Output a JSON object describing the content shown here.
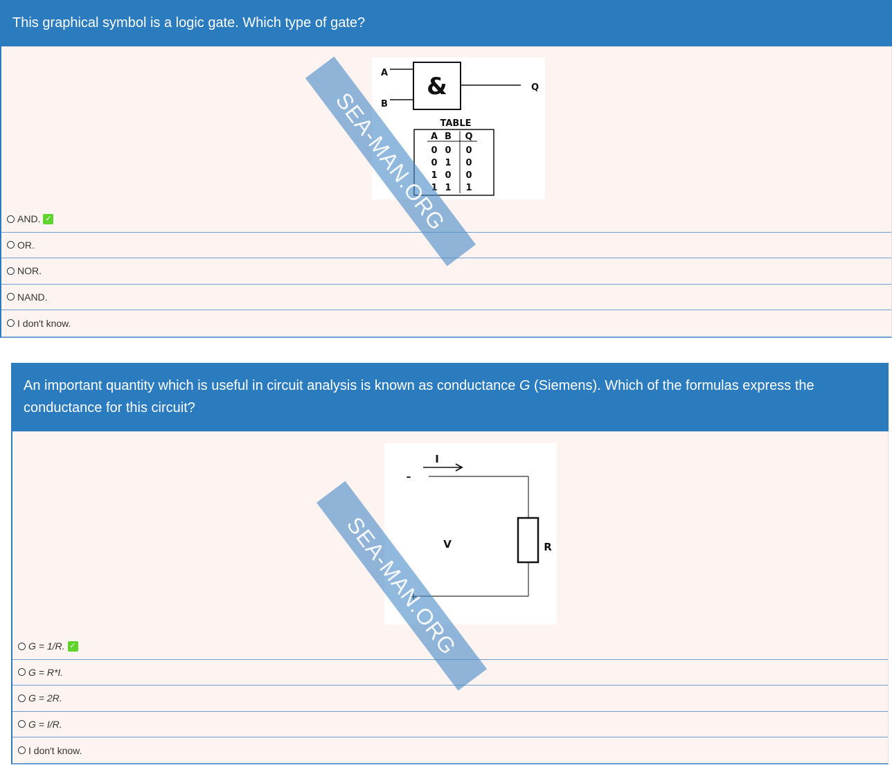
{
  "q1": {
    "question": "This graphical symbol is a logic gate. Which type of gate?",
    "figure": {
      "input_a": "A",
      "input_b": "B",
      "output": "Q",
      "symbol": "&",
      "table_title": "TABLE",
      "table_headers": [
        "A",
        "B",
        "Q"
      ],
      "table_rows": [
        [
          "0",
          "0",
          "0"
        ],
        [
          "0",
          "1",
          "0"
        ],
        [
          "1",
          "0",
          "0"
        ],
        [
          "1",
          "1",
          "1"
        ]
      ]
    },
    "answers": [
      {
        "label": "AND.",
        "correct": true
      },
      {
        "label": "OR.",
        "correct": false
      },
      {
        "label": "NOR.",
        "correct": false
      },
      {
        "label": "NAND.",
        "correct": false
      },
      {
        "label": "I don't know.",
        "correct": false
      }
    ]
  },
  "q2": {
    "question_before": "An important quantity which is useful in circuit analysis is known as conductance ",
    "question_var": "G",
    "question_after": " (Siemens). Which of the formulas express the conductance for this circuit?",
    "figure": {
      "current": "I",
      "voltage": "V",
      "resistor": "R",
      "minus": "–",
      "plus": "+"
    },
    "answers": [
      {
        "label": "G = 1/R.",
        "correct": true
      },
      {
        "label": "G = R*I.",
        "correct": false
      },
      {
        "label": "G = 2R.",
        "correct": false
      },
      {
        "label": "G = I/R.",
        "correct": false
      },
      {
        "label": "I don't know.",
        "correct": false
      }
    ]
  },
  "watermark": "SEA-MAN.ORG",
  "check_mark": "✓",
  "colors": {
    "header": "#2b7bbf",
    "body": "#fdf4f1",
    "divider": "#6c9ed0",
    "check": "#5ed42c",
    "watermark": "#4e8cc8"
  }
}
